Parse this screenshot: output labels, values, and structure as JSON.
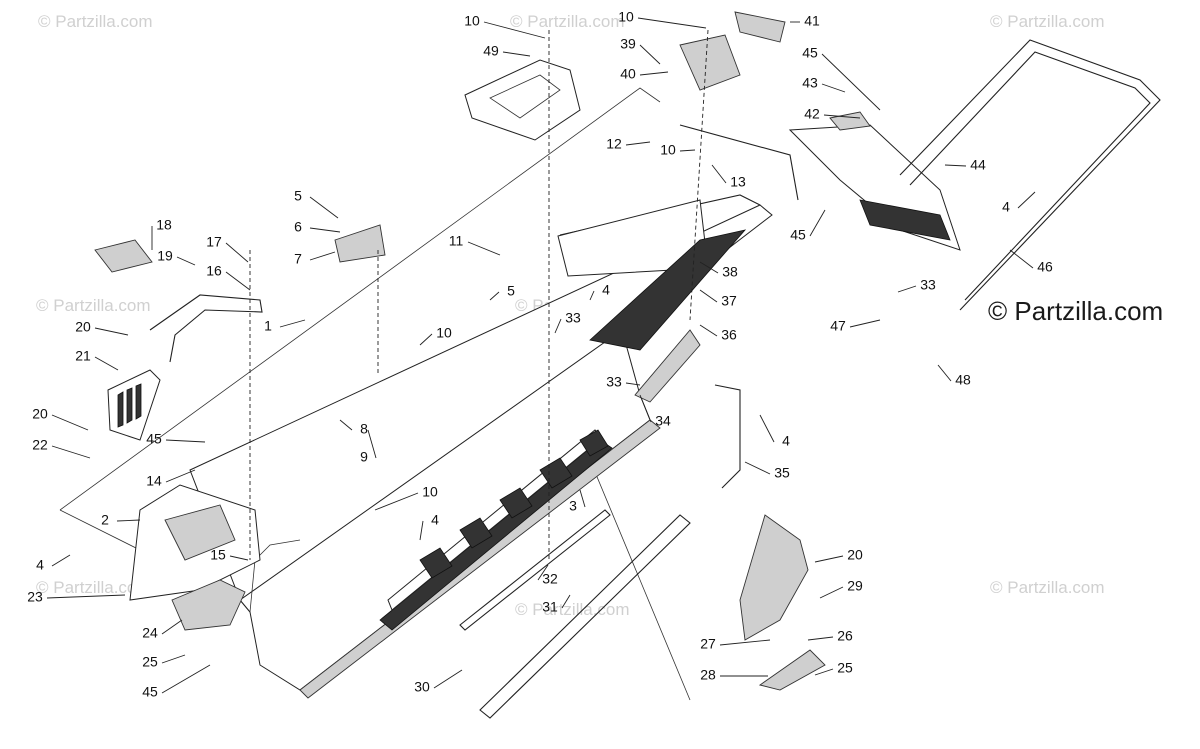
{
  "watermark": {
    "text": "© Partzilla.com",
    "brand_text": "© Partzilla.com",
    "color": "#d0d0d0"
  },
  "callouts": [
    {
      "n": "10"
    },
    {
      "n": "49"
    },
    {
      "n": "10"
    },
    {
      "n": "39"
    },
    {
      "n": "40"
    },
    {
      "n": "41"
    },
    {
      "n": "45"
    },
    {
      "n": "43"
    },
    {
      "n": "42"
    },
    {
      "n": "12"
    },
    {
      "n": "10"
    },
    {
      "n": "13"
    },
    {
      "n": "44"
    },
    {
      "n": "4"
    },
    {
      "n": "45"
    },
    {
      "n": "5"
    },
    {
      "n": "6"
    },
    {
      "n": "7"
    },
    {
      "n": "18"
    },
    {
      "n": "17"
    },
    {
      "n": "19"
    },
    {
      "n": "16"
    },
    {
      "n": "11"
    },
    {
      "n": "38"
    },
    {
      "n": "46"
    },
    {
      "n": "5"
    },
    {
      "n": "4"
    },
    {
      "n": "37"
    },
    {
      "n": "33"
    },
    {
      "n": "1"
    },
    {
      "n": "20"
    },
    {
      "n": "33"
    },
    {
      "n": "36"
    },
    {
      "n": "10"
    },
    {
      "n": "21"
    },
    {
      "n": "47"
    },
    {
      "n": "48"
    },
    {
      "n": "33"
    },
    {
      "n": "20"
    },
    {
      "n": "8"
    },
    {
      "n": "34"
    },
    {
      "n": "22"
    },
    {
      "n": "9"
    },
    {
      "n": "4"
    },
    {
      "n": "45"
    },
    {
      "n": "35"
    },
    {
      "n": "14"
    },
    {
      "n": "10"
    },
    {
      "n": "2"
    },
    {
      "n": "3"
    },
    {
      "n": "4"
    },
    {
      "n": "20"
    },
    {
      "n": "4"
    },
    {
      "n": "15"
    },
    {
      "n": "29"
    },
    {
      "n": "23"
    },
    {
      "n": "32"
    },
    {
      "n": "31"
    },
    {
      "n": "24"
    },
    {
      "n": "27"
    },
    {
      "n": "26"
    },
    {
      "n": "25"
    },
    {
      "n": "28"
    },
    {
      "n": "25"
    },
    {
      "n": "45"
    },
    {
      "n": "30"
    }
  ]
}
